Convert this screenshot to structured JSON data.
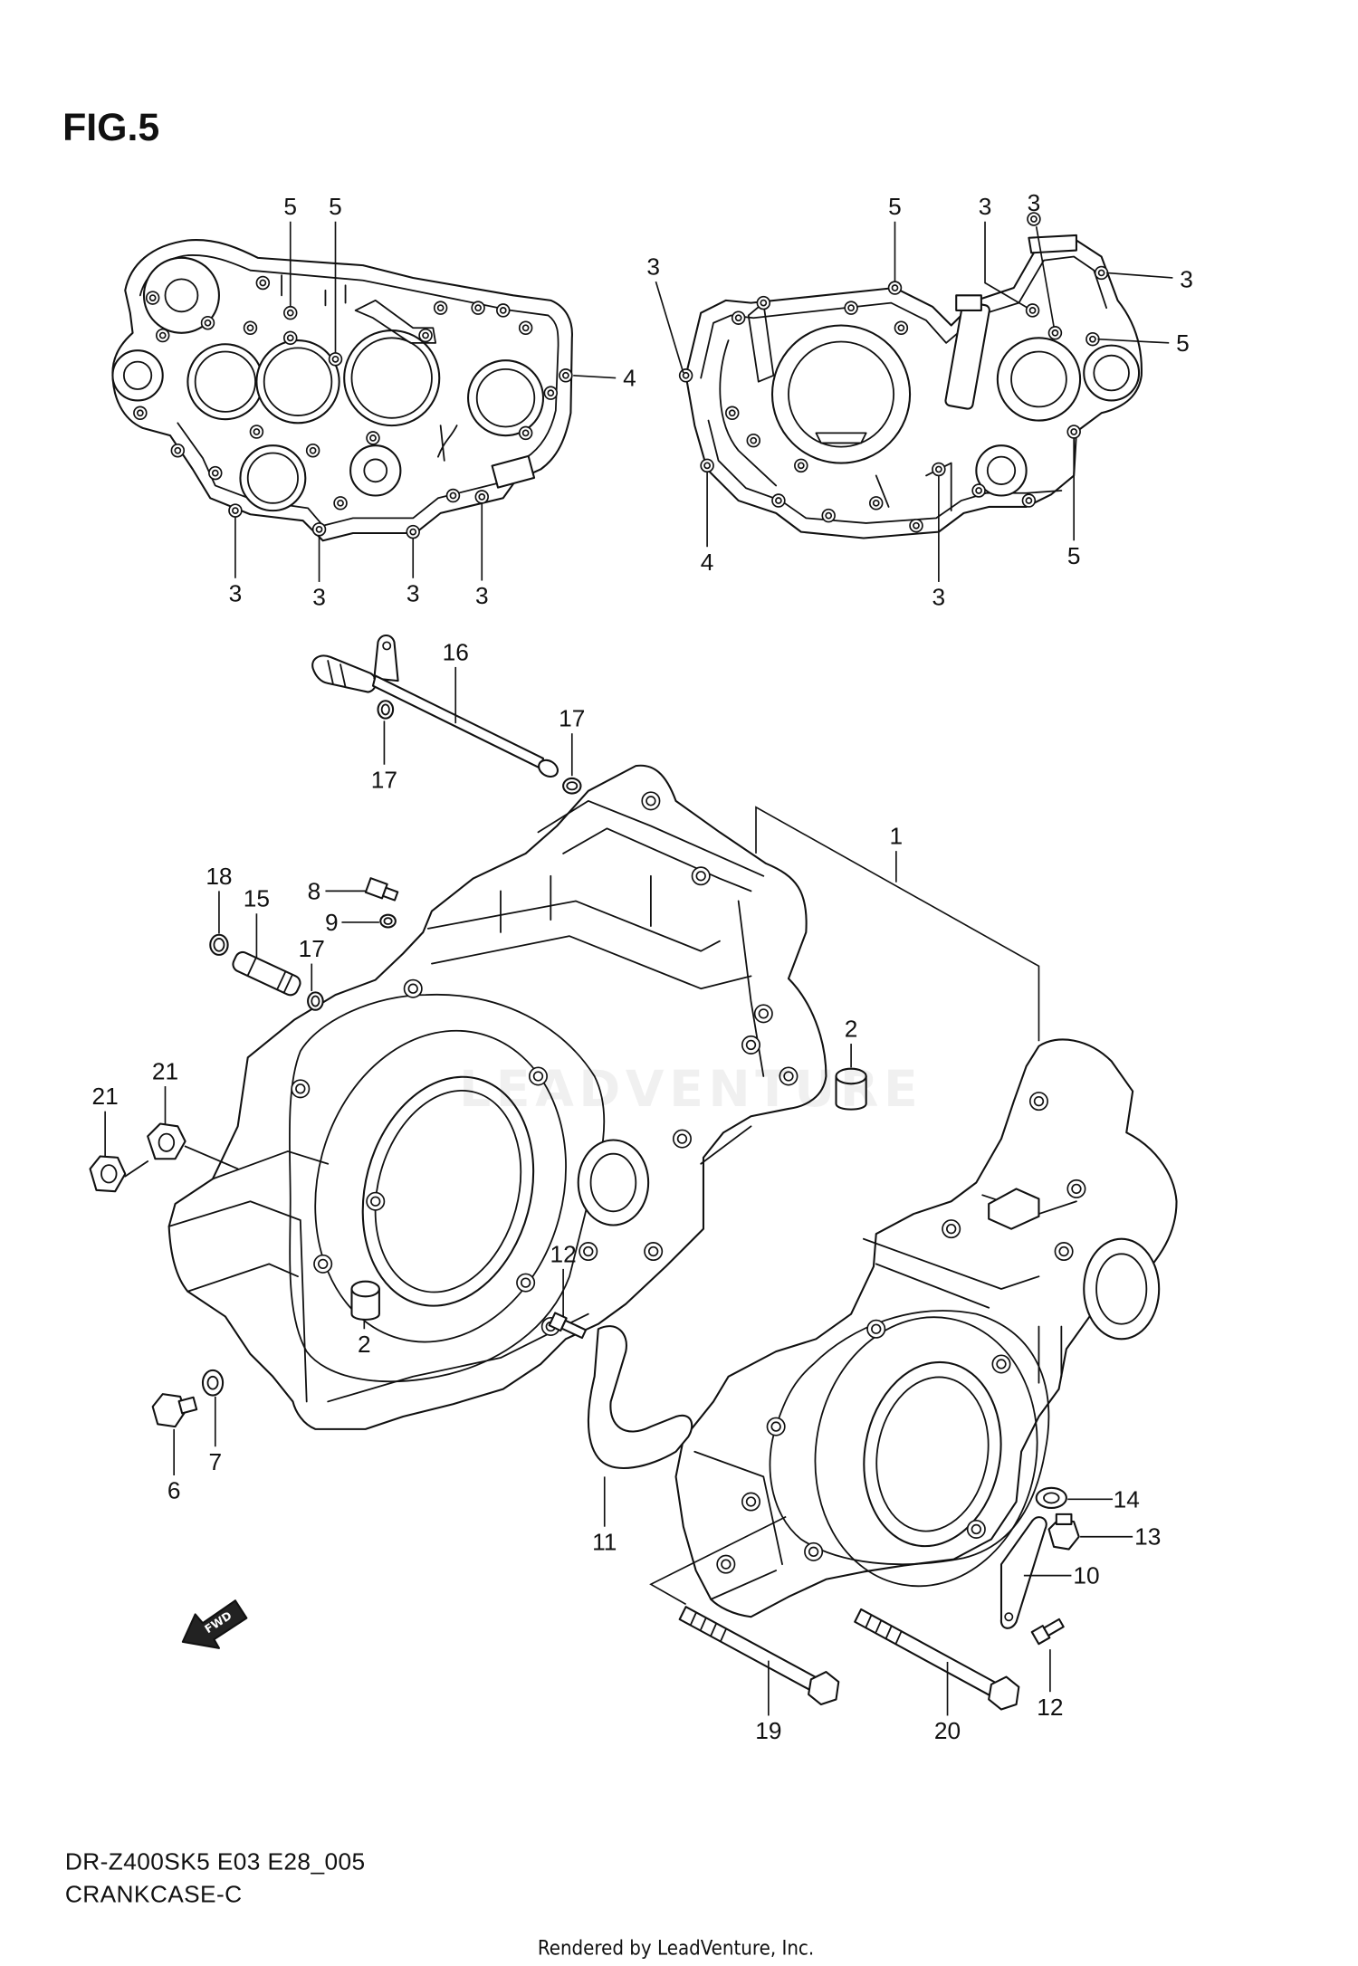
{
  "figure": {
    "title": "FIG.5"
  },
  "callouts": {
    "top_left": [
      "5",
      "5",
      "4",
      "3",
      "3",
      "3",
      "3"
    ],
    "top_right": [
      "3",
      "5",
      "3",
      "3",
      "3",
      "5",
      "5",
      "4",
      "3"
    ],
    "main": [
      "16",
      "17",
      "17",
      "1",
      "18",
      "15",
      "8",
      "9",
      "17",
      "2",
      "21",
      "21",
      "12",
      "2",
      "6",
      "7",
      "11",
      "14",
      "13",
      "10",
      "12",
      "19",
      "20"
    ]
  },
  "direction_arrow": {
    "label": "FWD"
  },
  "footer": {
    "diagram_code": "DR-Z400SK5 E03 E28_005",
    "name": "CRANKCASE-C",
    "credit": "Rendered by LeadVenture, Inc."
  },
  "watermark": "LEADVENTURE"
}
